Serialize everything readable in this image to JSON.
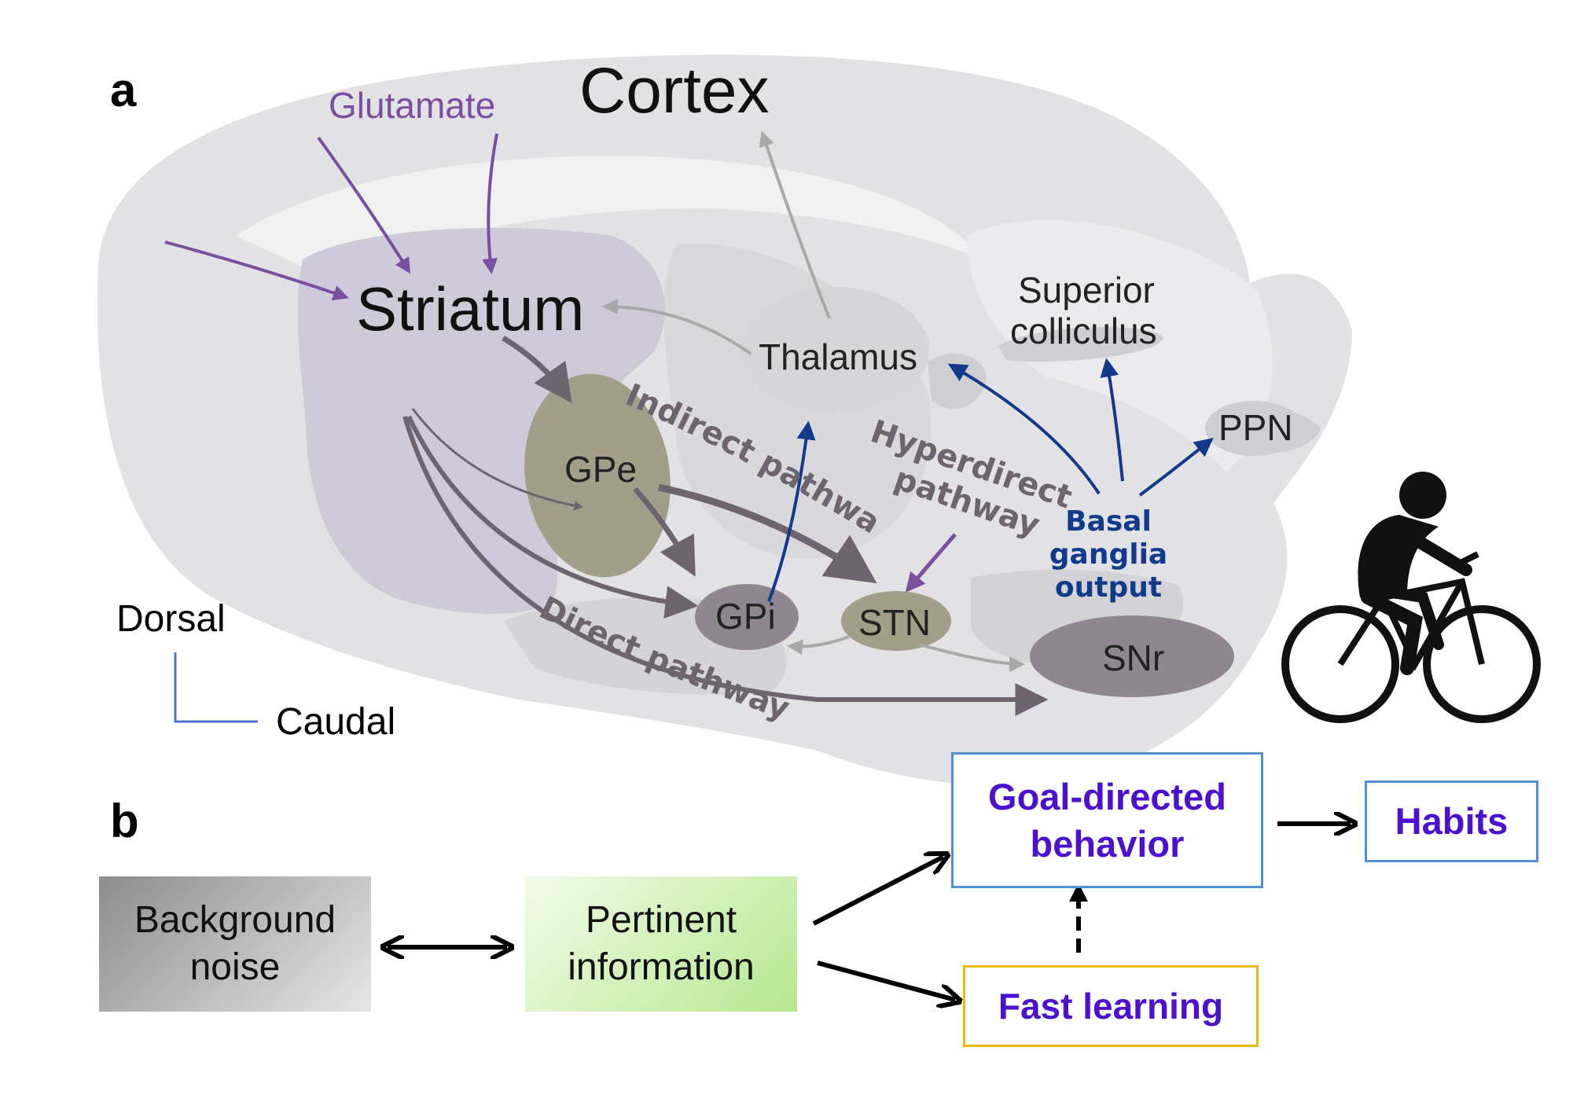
{
  "panel_a": {
    "label": "a",
    "glutamate": "Glutamate",
    "cortex": "Cortex",
    "striatum": "Striatum",
    "thalamus": "Thalamus",
    "superior_colliculus_line1": "Superior",
    "superior_colliculus_line2": "colliculus",
    "ppn": "PPN",
    "gpe": "GPe",
    "gpi": "GPi",
    "stn": "STN",
    "snr": "SNr",
    "indirect_pathway": "Indirect pathway",
    "hyperdirect_line1": "Hyperdirect",
    "hyperdirect_line2": "pathway",
    "direct_pathway": "Direct pathway",
    "bg_output_line1": "Basal",
    "bg_output_line2": "ganglia",
    "bg_output_line3": "output",
    "axis_dorsal": "Dorsal",
    "axis_caudal": "Caudal"
  },
  "panel_b": {
    "label": "b",
    "background_noise_line1": "Background",
    "background_noise_line2": "noise",
    "pertinent_info_line1": "Pertinent",
    "pertinent_info_line2": "information",
    "goal_directed_line1": "Goal-directed",
    "goal_directed_line2": "behavior",
    "habits": "Habits",
    "fast_learning": "Fast learning"
  },
  "colors": {
    "glutamate_purple": "#7b4fa0",
    "output_blue": "#123a8c",
    "pathway_gray": "#6e6470",
    "box_text_purple": "#4b11d1",
    "box_border_blue": "#4f8fd3",
    "box_border_yellow": "#f0b90f"
  },
  "icons": [
    "cyclist-icon"
  ]
}
